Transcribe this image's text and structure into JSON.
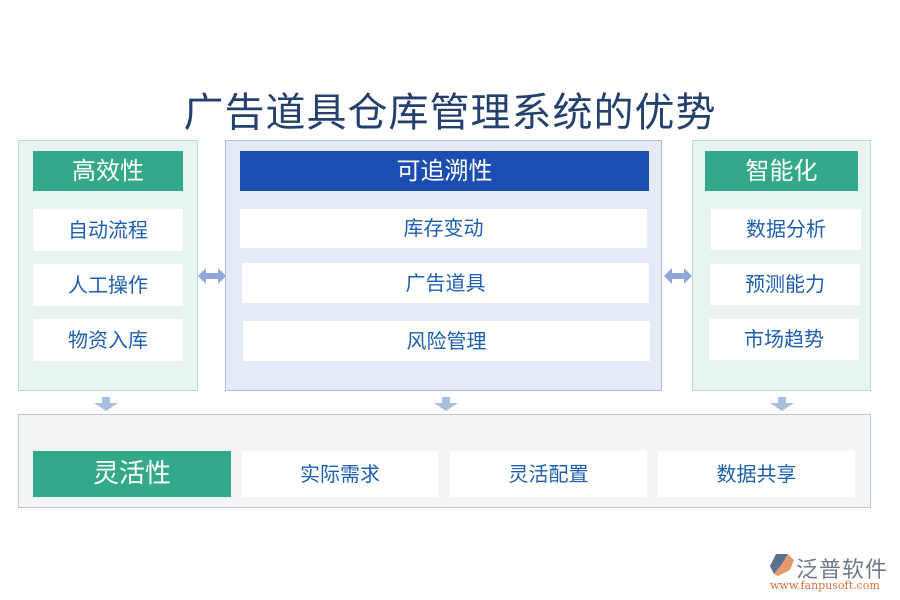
{
  "title": "广告道具仓库管理系统的优势",
  "left": {
    "header": "高效性",
    "items": [
      "自动流程",
      "人工操作",
      "物资入库"
    ]
  },
  "middle": {
    "header": "可追溯性",
    "items": [
      "库存变动",
      "广告道具",
      "风险管理"
    ]
  },
  "right": {
    "header": "智能化",
    "items": [
      "数据分析",
      "预测能力",
      "市场趋势"
    ]
  },
  "bottom": {
    "header": "灵活性",
    "items": [
      "实际需求",
      "灵活配置",
      "数据共享"
    ]
  },
  "logo": {
    "name": "泛普软件",
    "url": "www.fanpusoft.com"
  },
  "colors": {
    "title": "#24406e",
    "green_header": "#34a98a",
    "blue_header": "#1b4eb0",
    "item_text": "#1d5fae",
    "arrow": "#8fa8d8"
  }
}
